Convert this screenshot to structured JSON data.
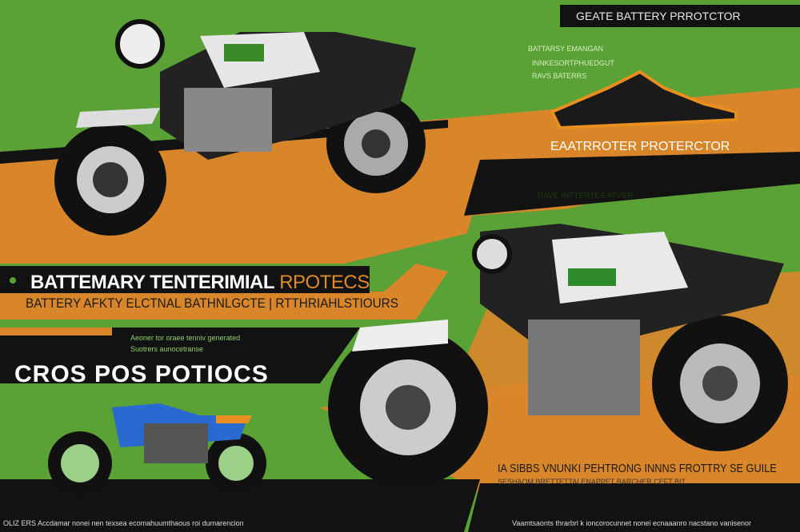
{
  "colors": {
    "green": "#5aa236",
    "orange": "#d9862a",
    "black": "#121212"
  },
  "header": {
    "title": "GEATE BATTERY PRROTCTOR"
  },
  "top_right_notes": [
    "BATTARSY EMANGAN",
    "INNKESORTPHUEDGUT",
    "RAVS BATERRS"
  ],
  "battery_protector_label": "EAATRROTER PROTERCTOR",
  "mid_right_note": "RAVE INTTERTES ATVER",
  "main_banner": {
    "title": "BATTEMARY TENTERIMIAL",
    "title_accent": "RPOTECS",
    "subtitle": "BATTERY AFKTY ELCTNAL BATHNLGCTE | RTTHRIAHLSTIOURS"
  },
  "small_notes": [
    "Aeoner tor oraee tenniv generated",
    "Suotrers aunocetranse"
  ],
  "cros_title": "CROS POS POTIOCS",
  "bottom_right": {
    "line1": "IA SIBBS VNUNKI PEHTRONG INNNS FROTTRY SE GUILE",
    "line2": "SESHAOM BRETTETTALENAPPET BARCHER CEFT BIT"
  },
  "footer": {
    "left": "OLIZ ERS  Accdamar nonei nen texsea ecomahuumthaous roi dumarencion",
    "right": "Vaamtsaonts thrarbrl k ioncorocunnet nonei ecnaaanro nacstano vanisenor"
  }
}
